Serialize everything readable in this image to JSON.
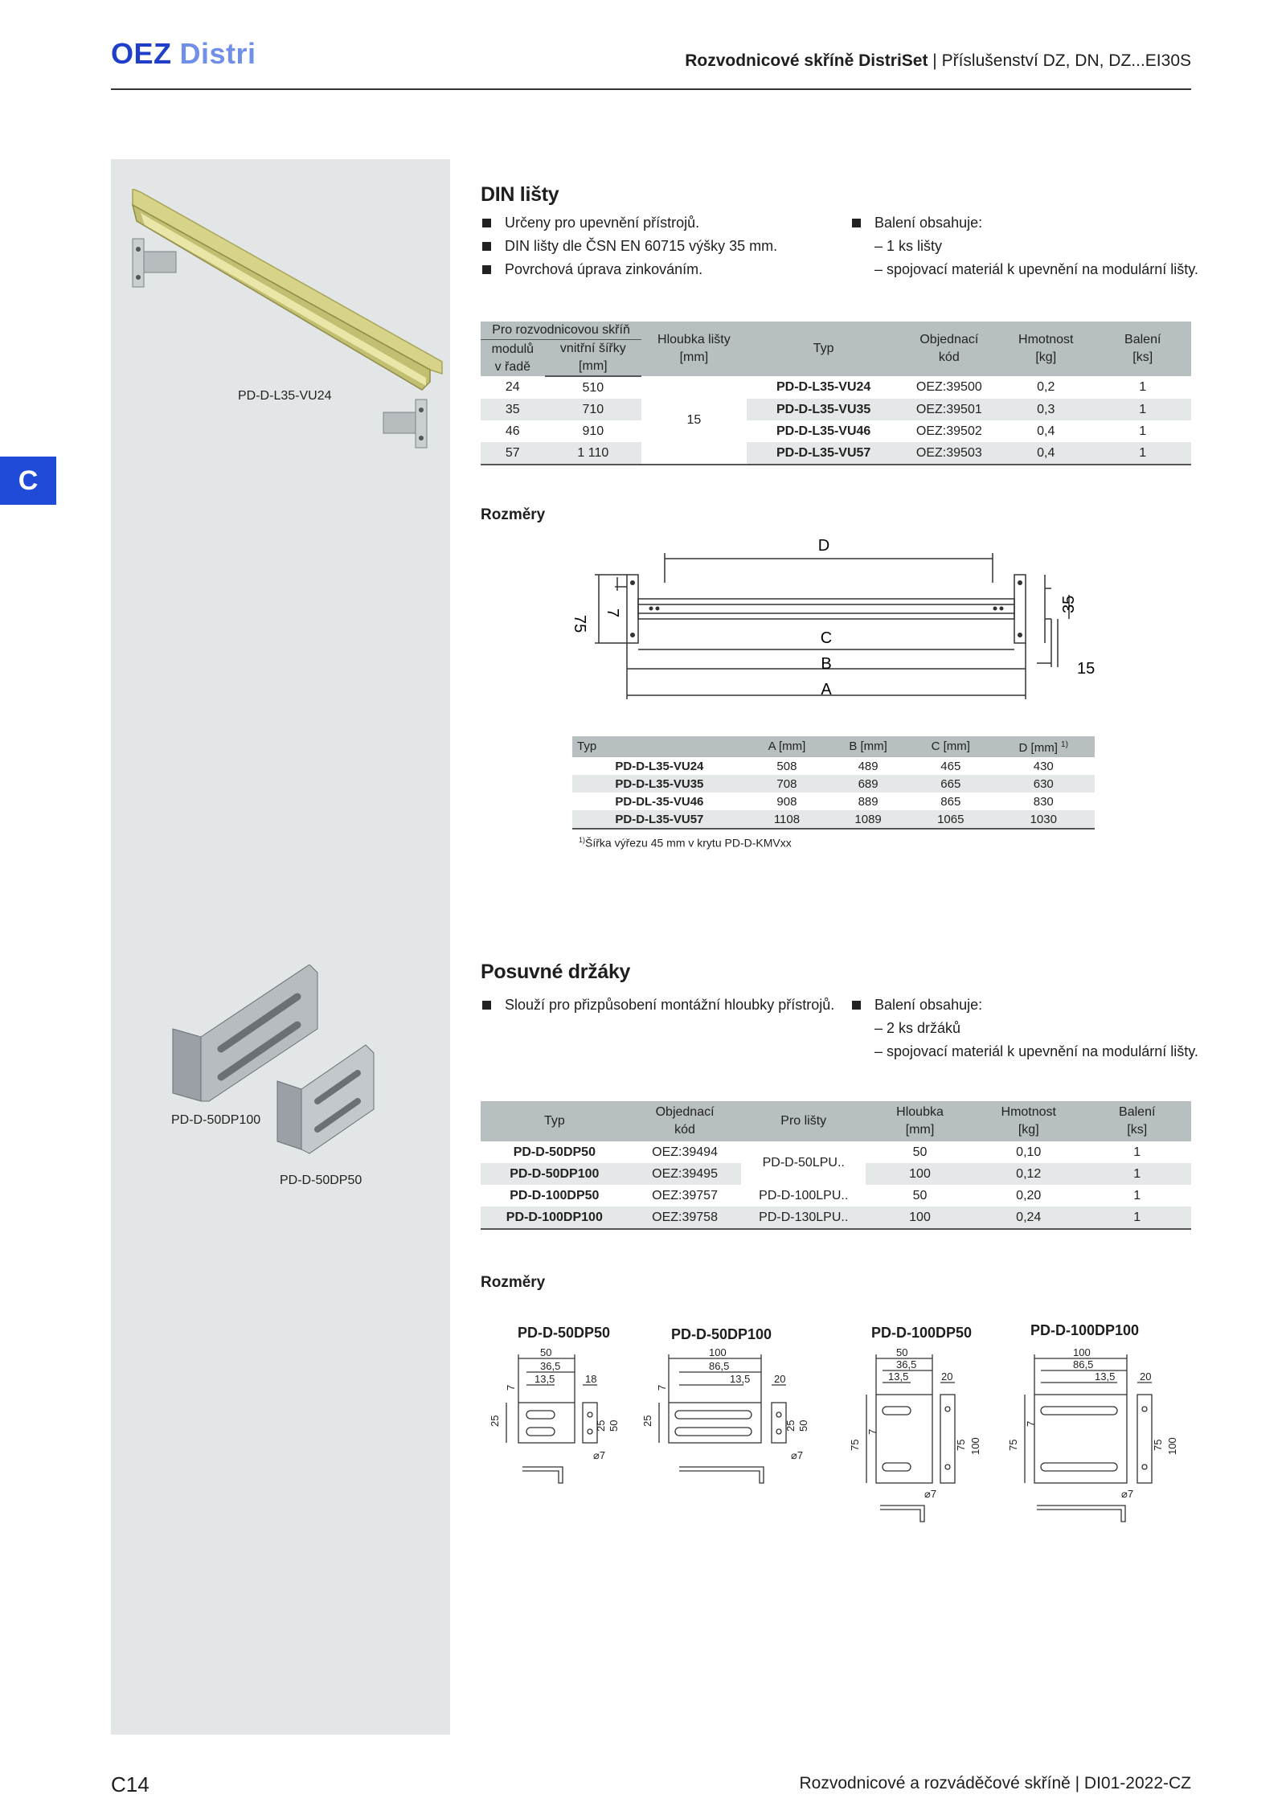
{
  "header": {
    "logo_left": "OEZ",
    "logo_right": "Distri",
    "title_bold": "Rozvodnicové skříně DistriSet",
    "title_rest": " | Příslušenství DZ, DN, DZ...EI30S"
  },
  "side_tab": "C",
  "din": {
    "title": "DIN lišty",
    "bullets": [
      "Určeny pro upevnění přístrojů.",
      "DIN lišty dle ČSN EN 60715 výšky 35 mm.",
      "Povrchová úprava zinkováním."
    ],
    "pack_bullet": "Balení obsahuje:",
    "pack_items": [
      "– 1 ks lišty",
      "– spojovací materiál k upevnění na modulární lišty."
    ],
    "image_caption": "PD-D-L35-VU24",
    "table": {
      "group_header": "Pro rozvodnicovou skříň",
      "headers": [
        "modulů\nv řadě",
        "vnitřní šířky\n[mm]",
        "Hloubka lišty\n[mm]",
        "Typ",
        "Objednací\nkód",
        "Hmotnost\n[kg]",
        "Balení\n[ks]"
      ],
      "depth": "15",
      "rows": [
        {
          "moduly": "24",
          "sirka": "510",
          "typ": "PD-D-L35-VU24",
          "kod": "OEZ:39500",
          "hmotnost": "0,2",
          "baleni": "1"
        },
        {
          "moduly": "35",
          "sirka": "710",
          "typ": "PD-D-L35-VU35",
          "kod": "OEZ:39501",
          "hmotnost": "0,3",
          "baleni": "1"
        },
        {
          "moduly": "46",
          "sirka": "910",
          "typ": "PD-D-L35-VU46",
          "kod": "OEZ:39502",
          "hmotnost": "0,4",
          "baleni": "1"
        },
        {
          "moduly": "57",
          "sirka": "1 110",
          "typ": "PD-D-L35-VU57",
          "kod": "OEZ:39503",
          "hmotnost": "0,4",
          "baleni": "1"
        }
      ]
    },
    "dims_title": "Rozměry",
    "drawing_labels": {
      "a": "A",
      "b": "B",
      "c": "C",
      "d": "D",
      "h75": "75",
      "h7": "7",
      "h35": "35",
      "w15": "15"
    },
    "dim_table": {
      "headers": [
        "Typ",
        "A [mm]",
        "B [mm]",
        "C [mm]",
        "D [mm]"
      ],
      "footnote_mark": "1)",
      "rows": [
        [
          "PD-D-L35-VU24",
          "508",
          "489",
          "465",
          "430"
        ],
        [
          "PD-D-L35-VU35",
          "708",
          "689",
          "665",
          "630"
        ],
        [
          "PD-DL-35-VU46",
          "908",
          "889",
          "865",
          "830"
        ],
        [
          "PD-D-L35-VU57",
          "1108",
          "1089",
          "1065",
          "1030"
        ]
      ],
      "footnote": "Šířka výřezu 45 mm v krytu PD-D-KMVxx"
    }
  },
  "holders": {
    "title": "Posuvné držáky",
    "bullets": [
      "Slouží pro přizpůsobení montážní hloubky přístrojů."
    ],
    "pack_bullet": "Balení obsahuje:",
    "pack_items": [
      "– 2 ks držáků",
      "– spojovací materiál k upevnění na modulární lišty."
    ],
    "caption_1": "PD-D-50DP100",
    "caption_2": "PD-D-50DP50",
    "table": {
      "headers": [
        "Typ",
        "Objednací\nkód",
        "Pro lišty",
        "Hloubka\n[mm]",
        "Hmotnost\n[kg]",
        "Balení\n[ks]"
      ],
      "rows": [
        {
          "typ": "PD-D-50DP50",
          "kod": "OEZ:39494",
          "lista": "PD-D-50LPU..",
          "hloubka": "50",
          "hmotnost": "0,10",
          "baleni": "1"
        },
        {
          "typ": "PD-D-50DP100",
          "kod": "OEZ:39495",
          "lista": "",
          "hloubka": "100",
          "hmotnost": "0,12",
          "baleni": "1"
        },
        {
          "typ": "PD-D-100DP50",
          "kod": "OEZ:39757",
          "lista": "PD-D-100LPU..",
          "hloubka": "50",
          "hmotnost": "0,20",
          "baleni": "1"
        },
        {
          "typ": "PD-D-100DP100",
          "kod": "OEZ:39758",
          "lista": "PD-D-130LPU..",
          "hloubka": "100",
          "hmotnost": "0,24",
          "baleni": "1"
        }
      ]
    },
    "dims_title": "Rozměry",
    "drawings": [
      {
        "name": "PD-D-50DP50",
        "w": "50",
        "a": "36,5",
        "b": "13,5",
        "c": "18",
        "h": "25",
        "s": "7",
        "d": "25",
        "e": "50",
        "hole": "⌀7"
      },
      {
        "name": "PD-D-50DP100",
        "w": "100",
        "a": "86,5",
        "b": "13,5",
        "c": "20",
        "h": "25",
        "s": "7",
        "d": "25",
        "e": "50",
        "hole": "⌀7"
      },
      {
        "name": "PD-D-100DP50",
        "w": "50",
        "a": "36,5",
        "b": "13,5",
        "c": "20",
        "h": "75",
        "s": "7",
        "d": "75",
        "e": "100",
        "hole": "⌀7"
      },
      {
        "name": "PD-D-100DP100",
        "w": "100",
        "a": "86,5",
        "b": "13,5",
        "c": "20",
        "h": "75",
        "s": "7",
        "d": "75",
        "e": "100",
        "hole": "⌀7"
      }
    ]
  },
  "footer": {
    "page": "C14",
    "doc": "Rozvodnicové a rozváděčové skříně | DI01-2022-CZ"
  }
}
